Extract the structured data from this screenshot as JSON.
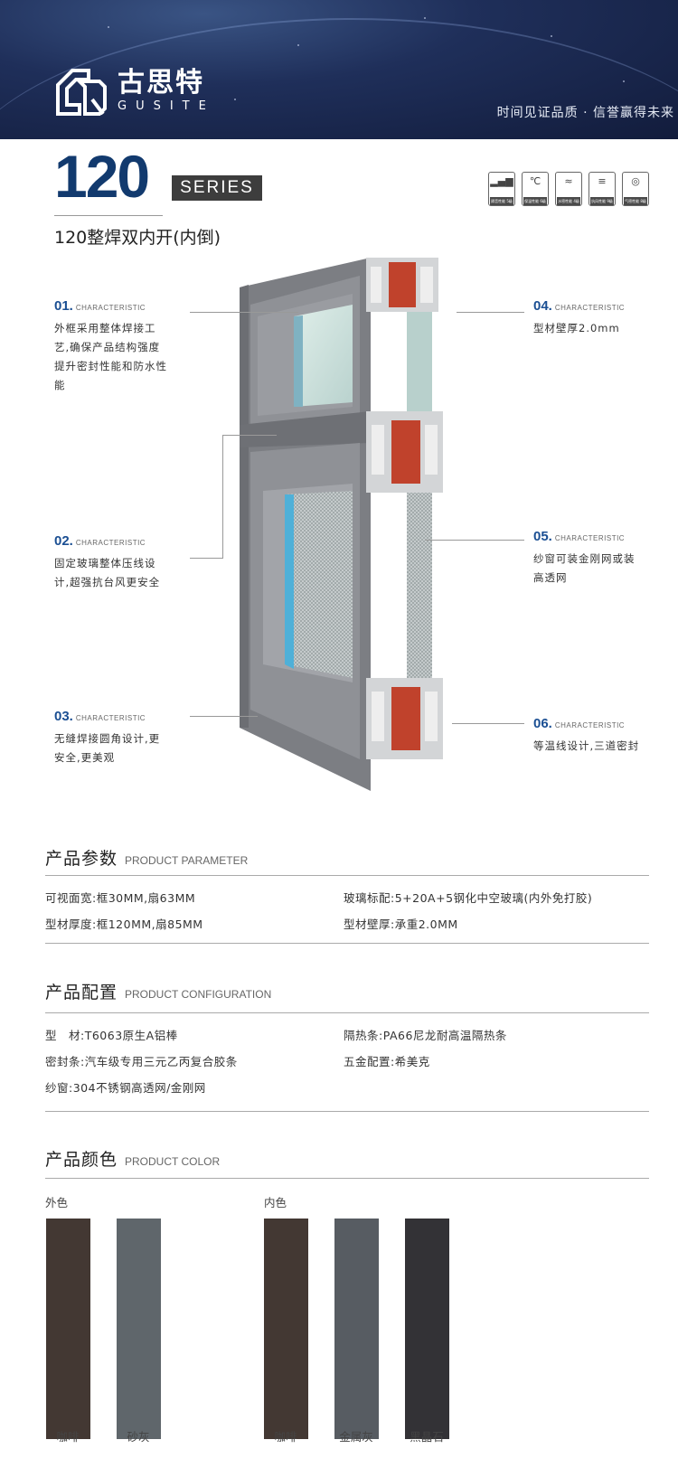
{
  "header": {
    "brand_cn": "古思特",
    "brand_en": "GUSITE",
    "slogan": "时间见证品质 · 信誉赢得未来"
  },
  "series": {
    "number": "120",
    "tag": "SERIES",
    "product_name": "120整焊双内开(内倒)"
  },
  "badges": [
    {
      "icon": "signal-bars-icon",
      "glyph": "▮",
      "label": "隔音性能 5级"
    },
    {
      "icon": "thermometer-icon",
      "glyph": "℃",
      "label": "保温性能 6级"
    },
    {
      "icon": "water-icon",
      "glyph": "≈",
      "label": "水密性能 4级"
    },
    {
      "icon": "wind-icon",
      "glyph": "≡",
      "label": "抗风性能 9级"
    },
    {
      "icon": "airtight-icon",
      "glyph": "◎",
      "label": "气密性能 8级"
    }
  ],
  "characteristics": [
    {
      "num": "01.",
      "label": "CHARACTERISTIC",
      "desc": [
        "外框采用整体焊接工",
        "艺,确保产品结构强度",
        "提升密封性能和防水性",
        "能"
      ]
    },
    {
      "num": "02.",
      "label": "CHARACTERISTIC",
      "desc": [
        "固定玻璃整体压线设",
        "计,超强抗台风更安全"
      ]
    },
    {
      "num": "03.",
      "label": "CHARACTERISTIC",
      "desc": [
        "无缝焊接圆角设计,更",
        "安全,更美观"
      ]
    },
    {
      "num": "04.",
      "label": "CHARACTERISTIC",
      "desc": [
        "型材壁厚2.0mm"
      ]
    },
    {
      "num": "05.",
      "label": "CHARACTERISTIC",
      "desc": [
        "纱窗可装金刚网或装",
        "高透网"
      ]
    },
    {
      "num": "06.",
      "label": "CHARACTERISTIC",
      "desc": [
        "等温线设计,三道密封"
      ]
    }
  ],
  "parameters": {
    "title_cn": "产品参数",
    "title_en": "PRODUCT PARAMETER",
    "items": [
      "可视面宽:框30MM,扇63MM",
      "玻璃标配:5+20A+5钢化中空玻璃(内外免打胶)",
      "型材厚度:框120MM,扇85MM",
      "型材壁厚:承重2.0MM"
    ]
  },
  "configuration": {
    "title_cn": "产品配置",
    "title_en": "PRODUCT CONFIGURATION",
    "items": [
      "型　材:T6063原生A铝棒",
      "隔热条:PA66尼龙耐高温隔热条",
      "密封条:汽车级专用三元乙丙复合胶条",
      "五金配置:希美克",
      "纱窗:304不锈钢高透网/金刚网"
    ]
  },
  "colors": {
    "title_cn": "产品颜色",
    "title_en": "PRODUCT COLOR",
    "outer_label": "外色",
    "inner_label": "内色",
    "outer": [
      {
        "name": "咖啡",
        "hex": "#433833"
      },
      {
        "name": "砂灰",
        "hex": "#5f666b"
      }
    ],
    "inner": [
      {
        "name": "咖啡",
        "hex": "#433833"
      },
      {
        "name": "金属灰",
        "hex": "#575c62"
      },
      {
        "name": "黑晶石",
        "hex": "#333236"
      }
    ]
  }
}
